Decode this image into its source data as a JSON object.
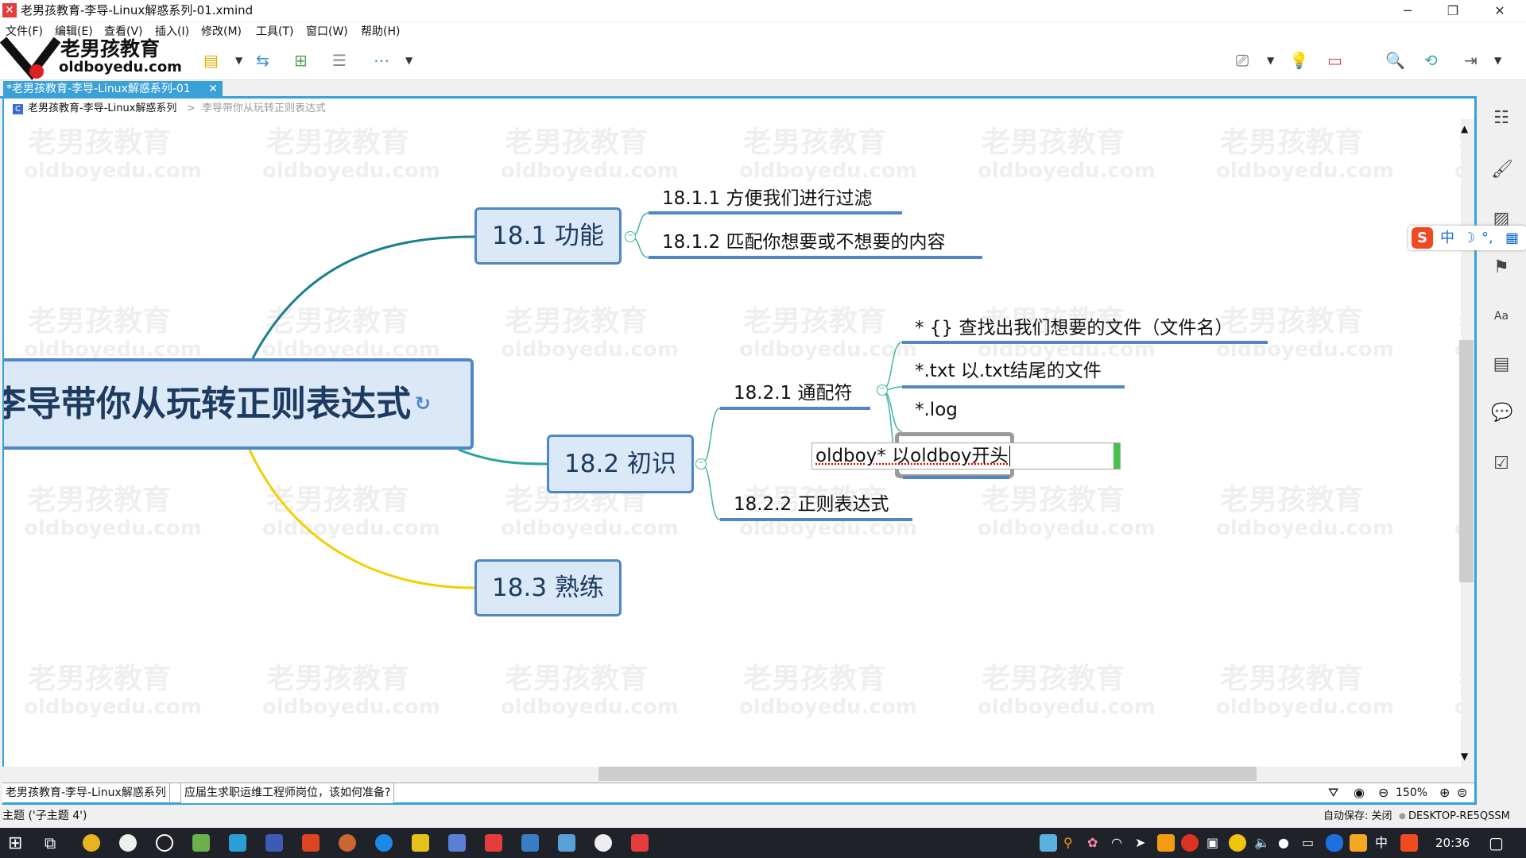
{
  "window": {
    "title": "老男孩教育-李导-Linux解惑系列-01.xmind",
    "minimize": "─",
    "restore": "❐",
    "close": "✕",
    "app_icon": "✕"
  },
  "menu": [
    "文件(F)",
    "编辑(E)",
    "查看(V)",
    "插入(I)",
    "修改(M)",
    "工具(T)",
    "窗口(W)",
    "帮助(H)"
  ],
  "logo": {
    "cn": "老男孩教育",
    "en": "oldboyedu.com"
  },
  "toolbar": {
    "left_icons": [
      "topic-icon",
      "relationship-icon",
      "structure-icon",
      "boundary-icon",
      "more-icon"
    ],
    "right_icons": [
      "presentation-icon",
      "idea-icon",
      "gantt-icon",
      "search-icon",
      "share-icon",
      "export-icon"
    ]
  },
  "tab": {
    "label": "*老男孩教育-李导-Linux解惑系列-01",
    "close": "✕"
  },
  "breadcrumb": {
    "root": "老男孩教育-李导-Linux解惑系列",
    "separator": ">",
    "current": "李导带你从玩转正则表达式"
  },
  "watermark": {
    "cn": "老男孩教育",
    "en": "oldboyedu.com"
  },
  "mindmap": {
    "central": "李导带你从玩转正则表达式",
    "t1": {
      "label": "18.1 功能",
      "children": [
        "18.1.1 方便我们进行过滤",
        "18.1.2 匹配你想要或不想要的内容"
      ]
    },
    "t2": {
      "label": "18.2 初识",
      "c1": "18.2.1 通配符",
      "c2": "18.2.2 正则表达式",
      "wild": [
        "* {} 查找出我们想要的文件（文件名）",
        "*.txt 以.txt结尾的文件",
        "*.log"
      ],
      "editing": "oldboy*  以oldboy开头"
    },
    "t3": {
      "label": "18.3 熟练"
    },
    "colors": {
      "branch1": "#1a7f8e",
      "branch2": "#2aa59a",
      "branch3": "#f2d000",
      "topic_border": "#4f86c6"
    }
  },
  "ime": {
    "logo": "S",
    "mode": "中",
    "moon": "☽",
    "punct": "°,",
    "grid": "▦"
  },
  "sheets": [
    "老男孩教育-李导-Linux解惑系列",
    "应届生求职运维工程师岗位，该如何准备?"
  ],
  "zoom": {
    "level": "150%",
    "minus": "⊖",
    "plus": "⊕",
    "fit": "⊜"
  },
  "status": {
    "left": "主题 ('子主题 4')",
    "autosave": "自动保存: 关闭",
    "computer": "DESKTOP-RE5QSSM"
  },
  "taskbar": {
    "time": "20:36",
    "ime": "中"
  }
}
